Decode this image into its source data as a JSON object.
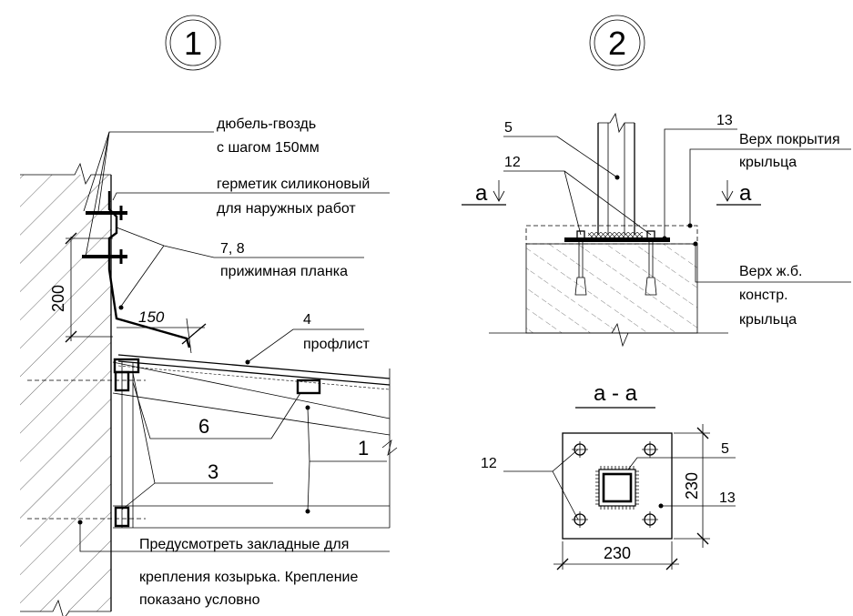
{
  "detail_1": {
    "marker": "1",
    "notes": {
      "dowel_line1": "дюбель-гвоздь",
      "dowel_line2": "с шагом 150мм",
      "sealant_line1": "герметик силиконовый",
      "sealant_line2": "для наружных работ",
      "strip_pos": "7, 8",
      "strip_label": "прижимная планка",
      "sheet_pos": "4",
      "sheet_label": "профлист",
      "pos_6": "6",
      "pos_3": "3",
      "pos_1": "1",
      "embed_line1": "Предусмотреть закладные для",
      "embed_line2": "крепления козырька. Крепление",
      "embed_line3": "показано условно"
    },
    "dims": {
      "d200": "200",
      "d150": "150"
    }
  },
  "detail_2": {
    "marker": "2",
    "notes": {
      "pos_5": "5",
      "pos_12": "12",
      "pos_13": "13",
      "top_cover_line1": "Верх покрытия",
      "top_cover_line2": "крыльца",
      "top_rc_line1": "Верх ж.б.",
      "top_rc_line2": "констр.",
      "top_rc_line3": "крыльца",
      "section_left": "а",
      "section_right": "а"
    }
  },
  "section_aa": {
    "title": "а - а",
    "pos_5": "5",
    "pos_12": "12",
    "pos_13": "13",
    "dim_h": "230",
    "dim_v": "230"
  }
}
